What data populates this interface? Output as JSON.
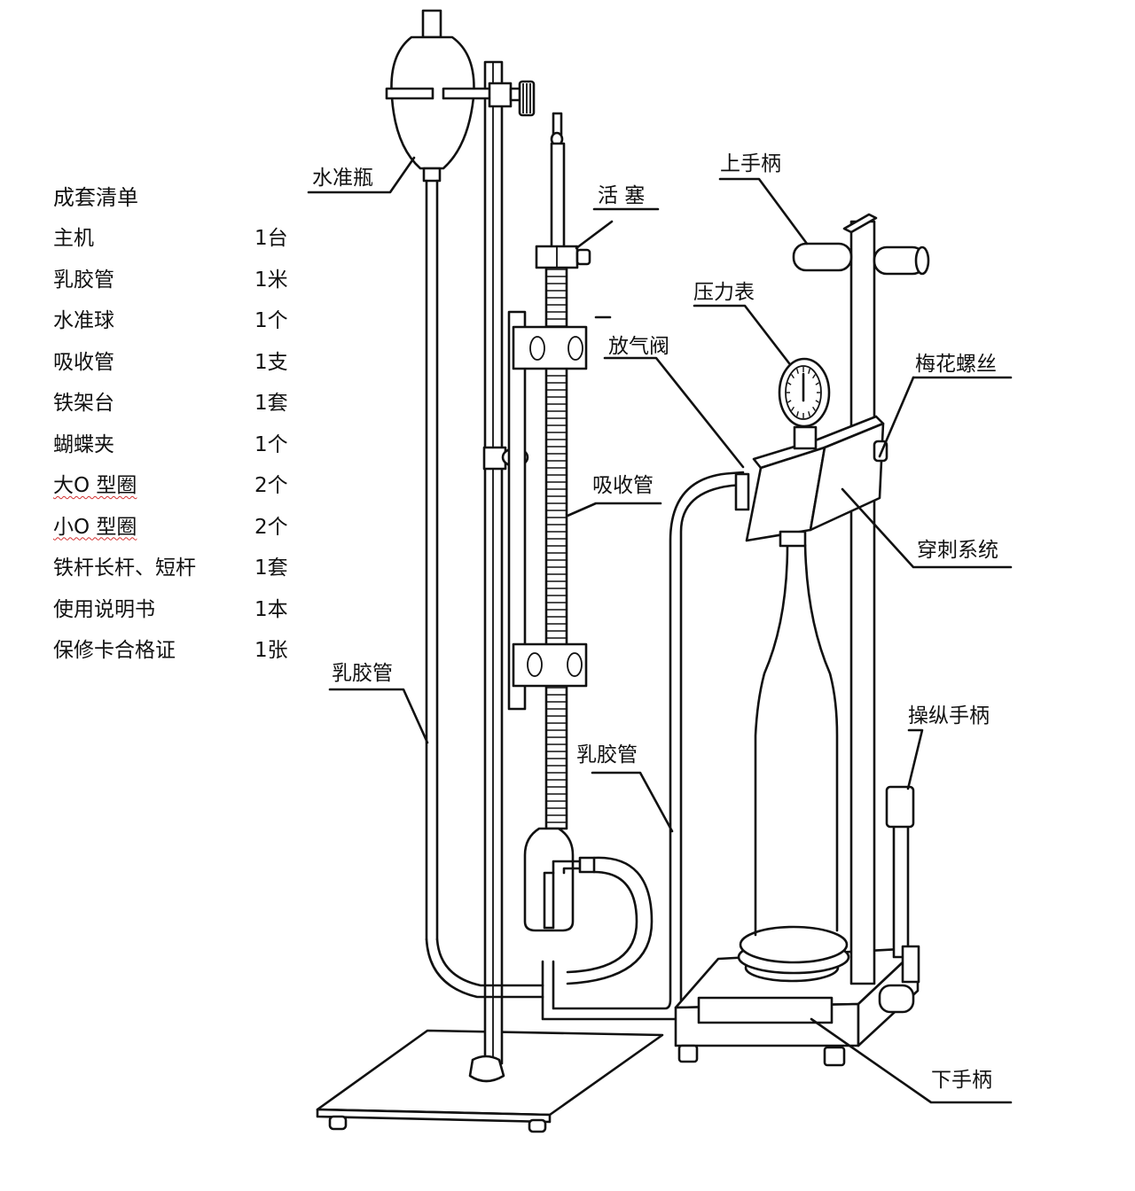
{
  "parts_list": {
    "title": "成套清单",
    "items": [
      {
        "name": "主机",
        "qty": "1台"
      },
      {
        "name": "乳胶管",
        "qty": "1米"
      },
      {
        "name": "水准球",
        "qty": "1个"
      },
      {
        "name": "吸收管",
        "qty": "1支"
      },
      {
        "name": "铁架台",
        "qty": "1套"
      },
      {
        "name": "蝴蝶夹",
        "qty": "1个"
      },
      {
        "name": "大O 型圈",
        "qty": "2个"
      },
      {
        "name": "小O 型圈",
        "qty": "2个"
      },
      {
        "name": "铁杆长杆、短杆",
        "qty": "1套"
      },
      {
        "name": "使用说明书",
        "qty": "1本"
      },
      {
        "name": "保修卡合格证",
        "qty": "1张"
      }
    ]
  },
  "labels": {
    "leveling_bottle": "水准瓶",
    "stopcock": "活 塞",
    "upper_handle": "上手柄",
    "pressure_gauge": "压力表",
    "vent_valve": "放气阀",
    "plum_screw": "梅花螺丝",
    "absorption_tube": "吸收管",
    "piercing_system": "穿刺系统",
    "latex_tube_left": "乳胶管",
    "latex_tube_mid": "乳胶管",
    "operating_handle": "操纵手柄",
    "lower_handle": "下手柄"
  }
}
